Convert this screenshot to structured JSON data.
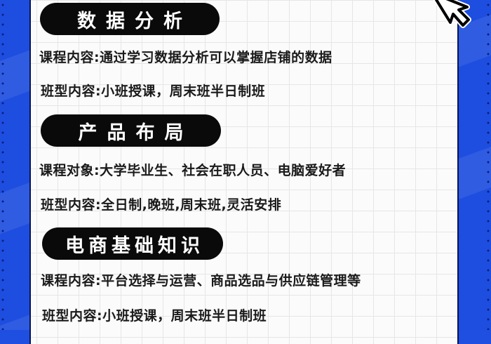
{
  "sections": [
    {
      "title": "数据分析",
      "lines": [
        "课程内容:通过学习数据分析可以掌握店铺的数据",
        "班型内容:小班授课，周末班半日制班"
      ]
    },
    {
      "title": "产品布局",
      "lines": [
        "课程对象:大学毕业生、社会在职人员、电脑爱好者",
        "班型内容:全日制,晚班,周末班,灵活安排"
      ]
    },
    {
      "title": "电商基础知识",
      "lines": [
        "课程内容:平台选择与运营、商品选品与供应链管理等",
        "班型内容:小班授课，周末班半日制班"
      ]
    }
  ],
  "icons": {
    "cursor": "mouse-pointer-arrow-icon"
  },
  "colors": {
    "background_blue": "#1e4ee0",
    "card_bg": "#fbfbfb",
    "pill_bg": "#0a0a0a",
    "pill_text": "#ffffff",
    "body_text": "#1a1a1a"
  }
}
